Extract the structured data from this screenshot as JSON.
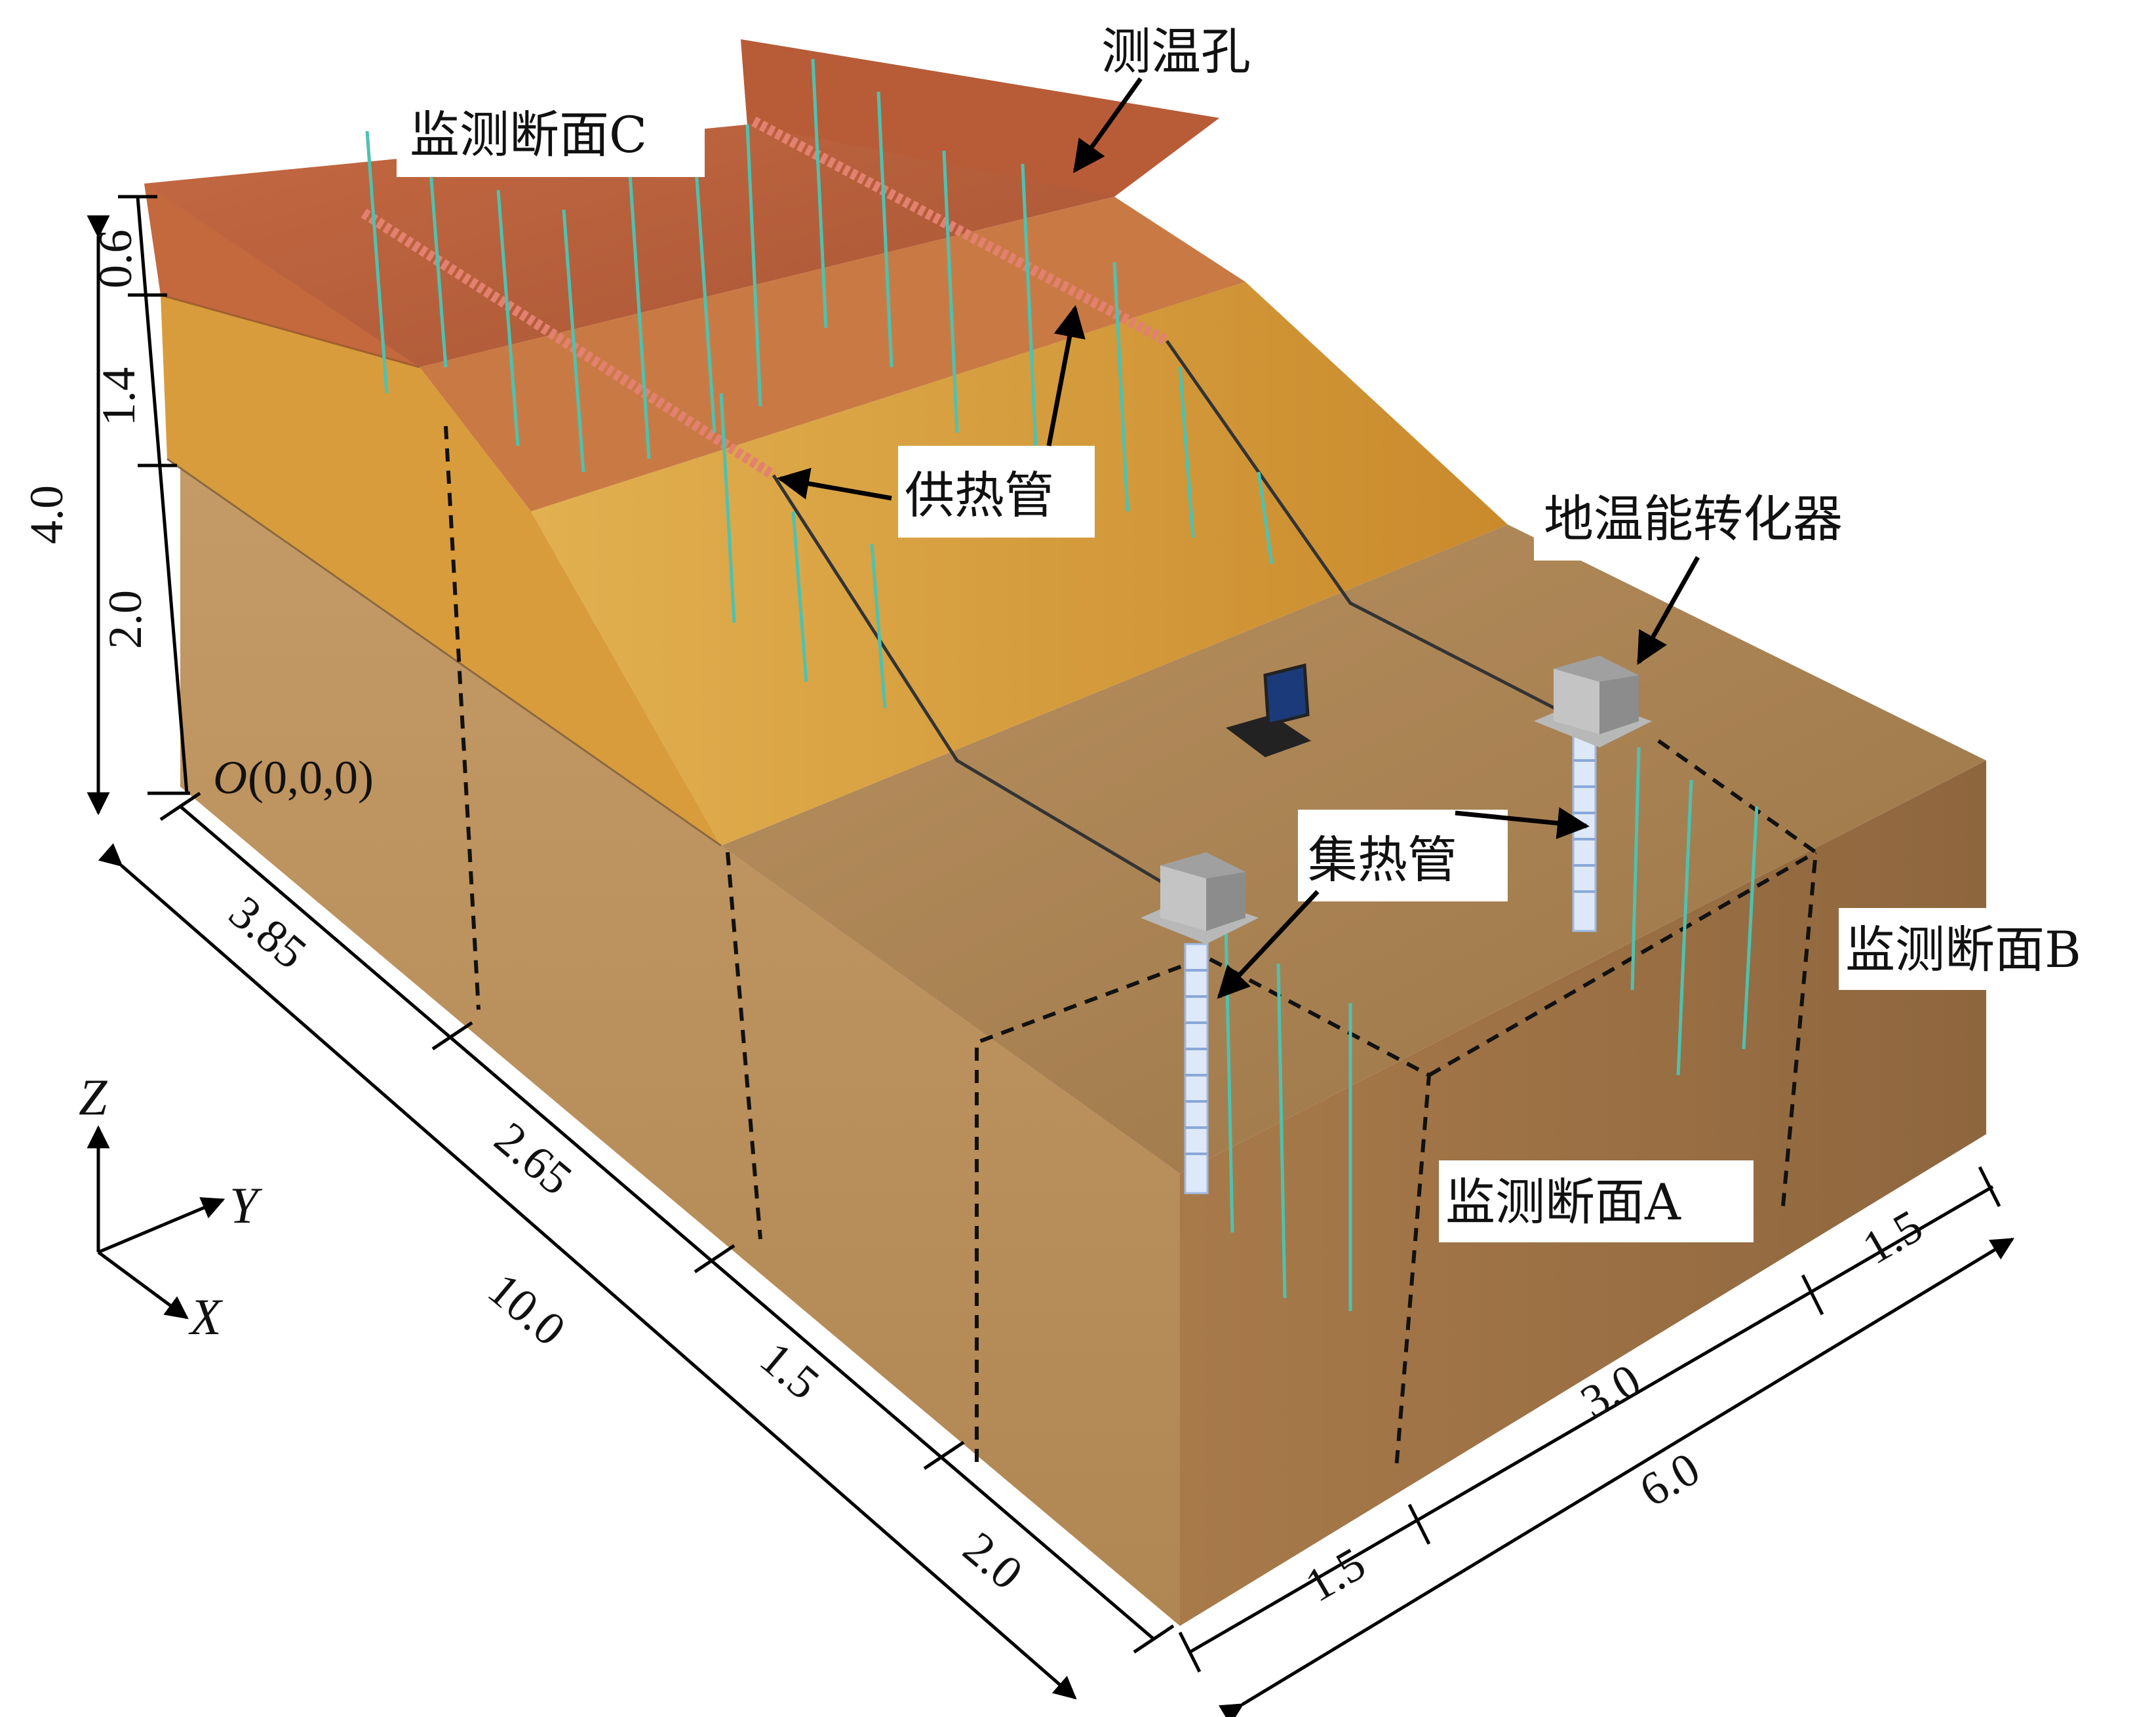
{
  "labels": {
    "section_c": "监测断面C",
    "section_b": "监测断面B",
    "section_a": "监测断面A",
    "temp_hole": "测温孔",
    "heat_supply_pipe": "供热管",
    "geo_converter": "地温能转化器",
    "heat_collect_pipe": "集热管",
    "origin_italic": "O",
    "origin_coords": "(0,0,0)"
  },
  "axes": {
    "z": "Z",
    "y": "Y",
    "x": "X"
  },
  "dimensions": {
    "height_total": "4.0",
    "layer_top": "0.6",
    "layer_mid": "1.4",
    "layer_bottom": "2.0",
    "length_total": "10.0",
    "length_seg1": "3.85",
    "length_seg2": "2.65",
    "length_seg3": "1.5",
    "length_seg4": "2.0",
    "width_total": "6.0",
    "width_seg1": "1.5",
    "width_seg2": "3.0",
    "width_seg3": "1.5"
  },
  "colors": {
    "top_layer": "#c06a42",
    "mid_layer": "#d9a040",
    "bottom_layer": "#b88f5c",
    "pipe_red": "#e06060",
    "probe_teal": "#4fc1b0",
    "collector_blue": "#c8d8f0"
  },
  "icons": [
    "laptop-icon",
    "converter-box-icon"
  ]
}
